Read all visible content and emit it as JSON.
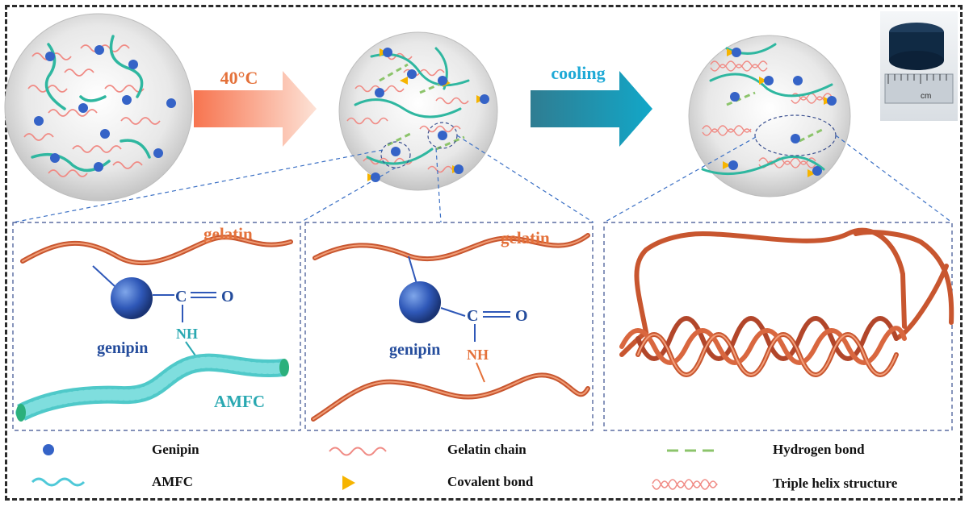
{
  "process": {
    "step1_label": "40°C",
    "step2_label": "cooling"
  },
  "detail_left": {
    "gelatin_label": "gelatin",
    "carbonyl_c": "C",
    "carbonyl_o": "O",
    "amine_label": "NH",
    "genipin_label": "genipin",
    "fiber_label": "AMFC"
  },
  "detail_middle": {
    "gelatin_label": "gelatin",
    "carbonyl_c": "C",
    "carbonyl_o": "O",
    "amine_label": "NH",
    "genipin_label": "genipin"
  },
  "photo": {
    "scale_unit": "cm"
  },
  "legend": {
    "genipin": "Genipin",
    "amfc": "AMFC",
    "gelatin_chain": "Gelatin chain",
    "covalent_bond": "Covalent bond",
    "hydrogen_bond": "Hydrogen bond",
    "triple_helix": "Triple helix structure"
  },
  "colors": {
    "genipin": "#3563c7",
    "gelatin": "#f08a84",
    "gelatin_tube": "#d9673f",
    "amfc": "#2fb7a0",
    "covalent": "#f6b400",
    "hydrogen": "#8cc46b",
    "arrow_heat": "#f4866a",
    "arrow_cool": "#1a86a3",
    "label_blue": "#244c9c",
    "label_teal": "#29a8b1",
    "label_orange": "#e4713a"
  }
}
